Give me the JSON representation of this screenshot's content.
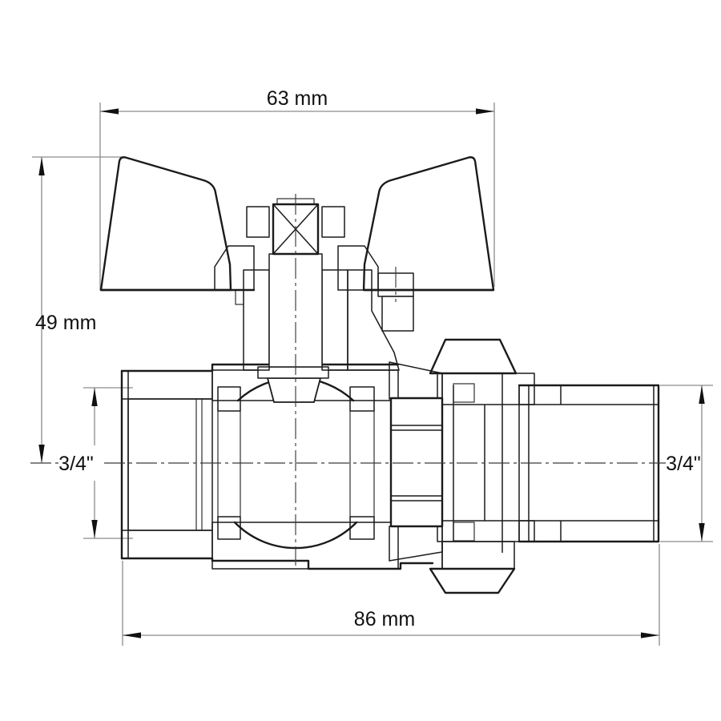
{
  "drawing": {
    "type": "technical-drawing",
    "subject": "ball valve with butterfly handle, cross-section",
    "background": "#ffffff",
    "line_color": "#1b1b1b",
    "dimension_line_color": "#8c8c8c",
    "dimensions": {
      "top_width": {
        "label": "63 mm"
      },
      "left_height": {
        "label": "49 mm"
      },
      "left_port": {
        "label": "3/4\""
      },
      "right_port": {
        "label": "3/4\""
      },
      "bottom_width": {
        "label": "86 mm"
      }
    }
  }
}
